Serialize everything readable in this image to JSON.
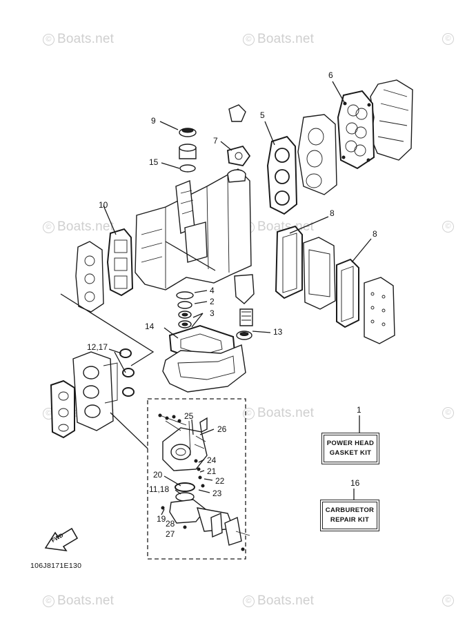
{
  "watermark": {
    "text": "Boats.net",
    "symbol": "©",
    "color": "#cfcfcf"
  },
  "kits": {
    "power_head": {
      "number": "1",
      "line1": "POWER HEAD",
      "line2": "GASKET KIT"
    },
    "carburetor": {
      "number": "16",
      "line1": "CARBURETOR",
      "line2": "REPAIR KIT"
    }
  },
  "callouts": {
    "c9": "9",
    "c15": "15",
    "c7": "7",
    "c5": "5",
    "c6": "6",
    "c10": "10",
    "c8a": "8",
    "c8b": "8",
    "c4": "4",
    "c2": "2",
    "c3": "3",
    "c14": "14",
    "c13": "13",
    "c12_17": "12,17",
    "c25": "25",
    "c26": "26",
    "c24": "24",
    "c20": "20",
    "c21": "21",
    "c22": "22",
    "c11_18": "11,18",
    "c23": "23",
    "c19": "19",
    "c28": "28",
    "c27": "27"
  },
  "fwd_label": "FWD",
  "reference_code": "106J8171E130"
}
